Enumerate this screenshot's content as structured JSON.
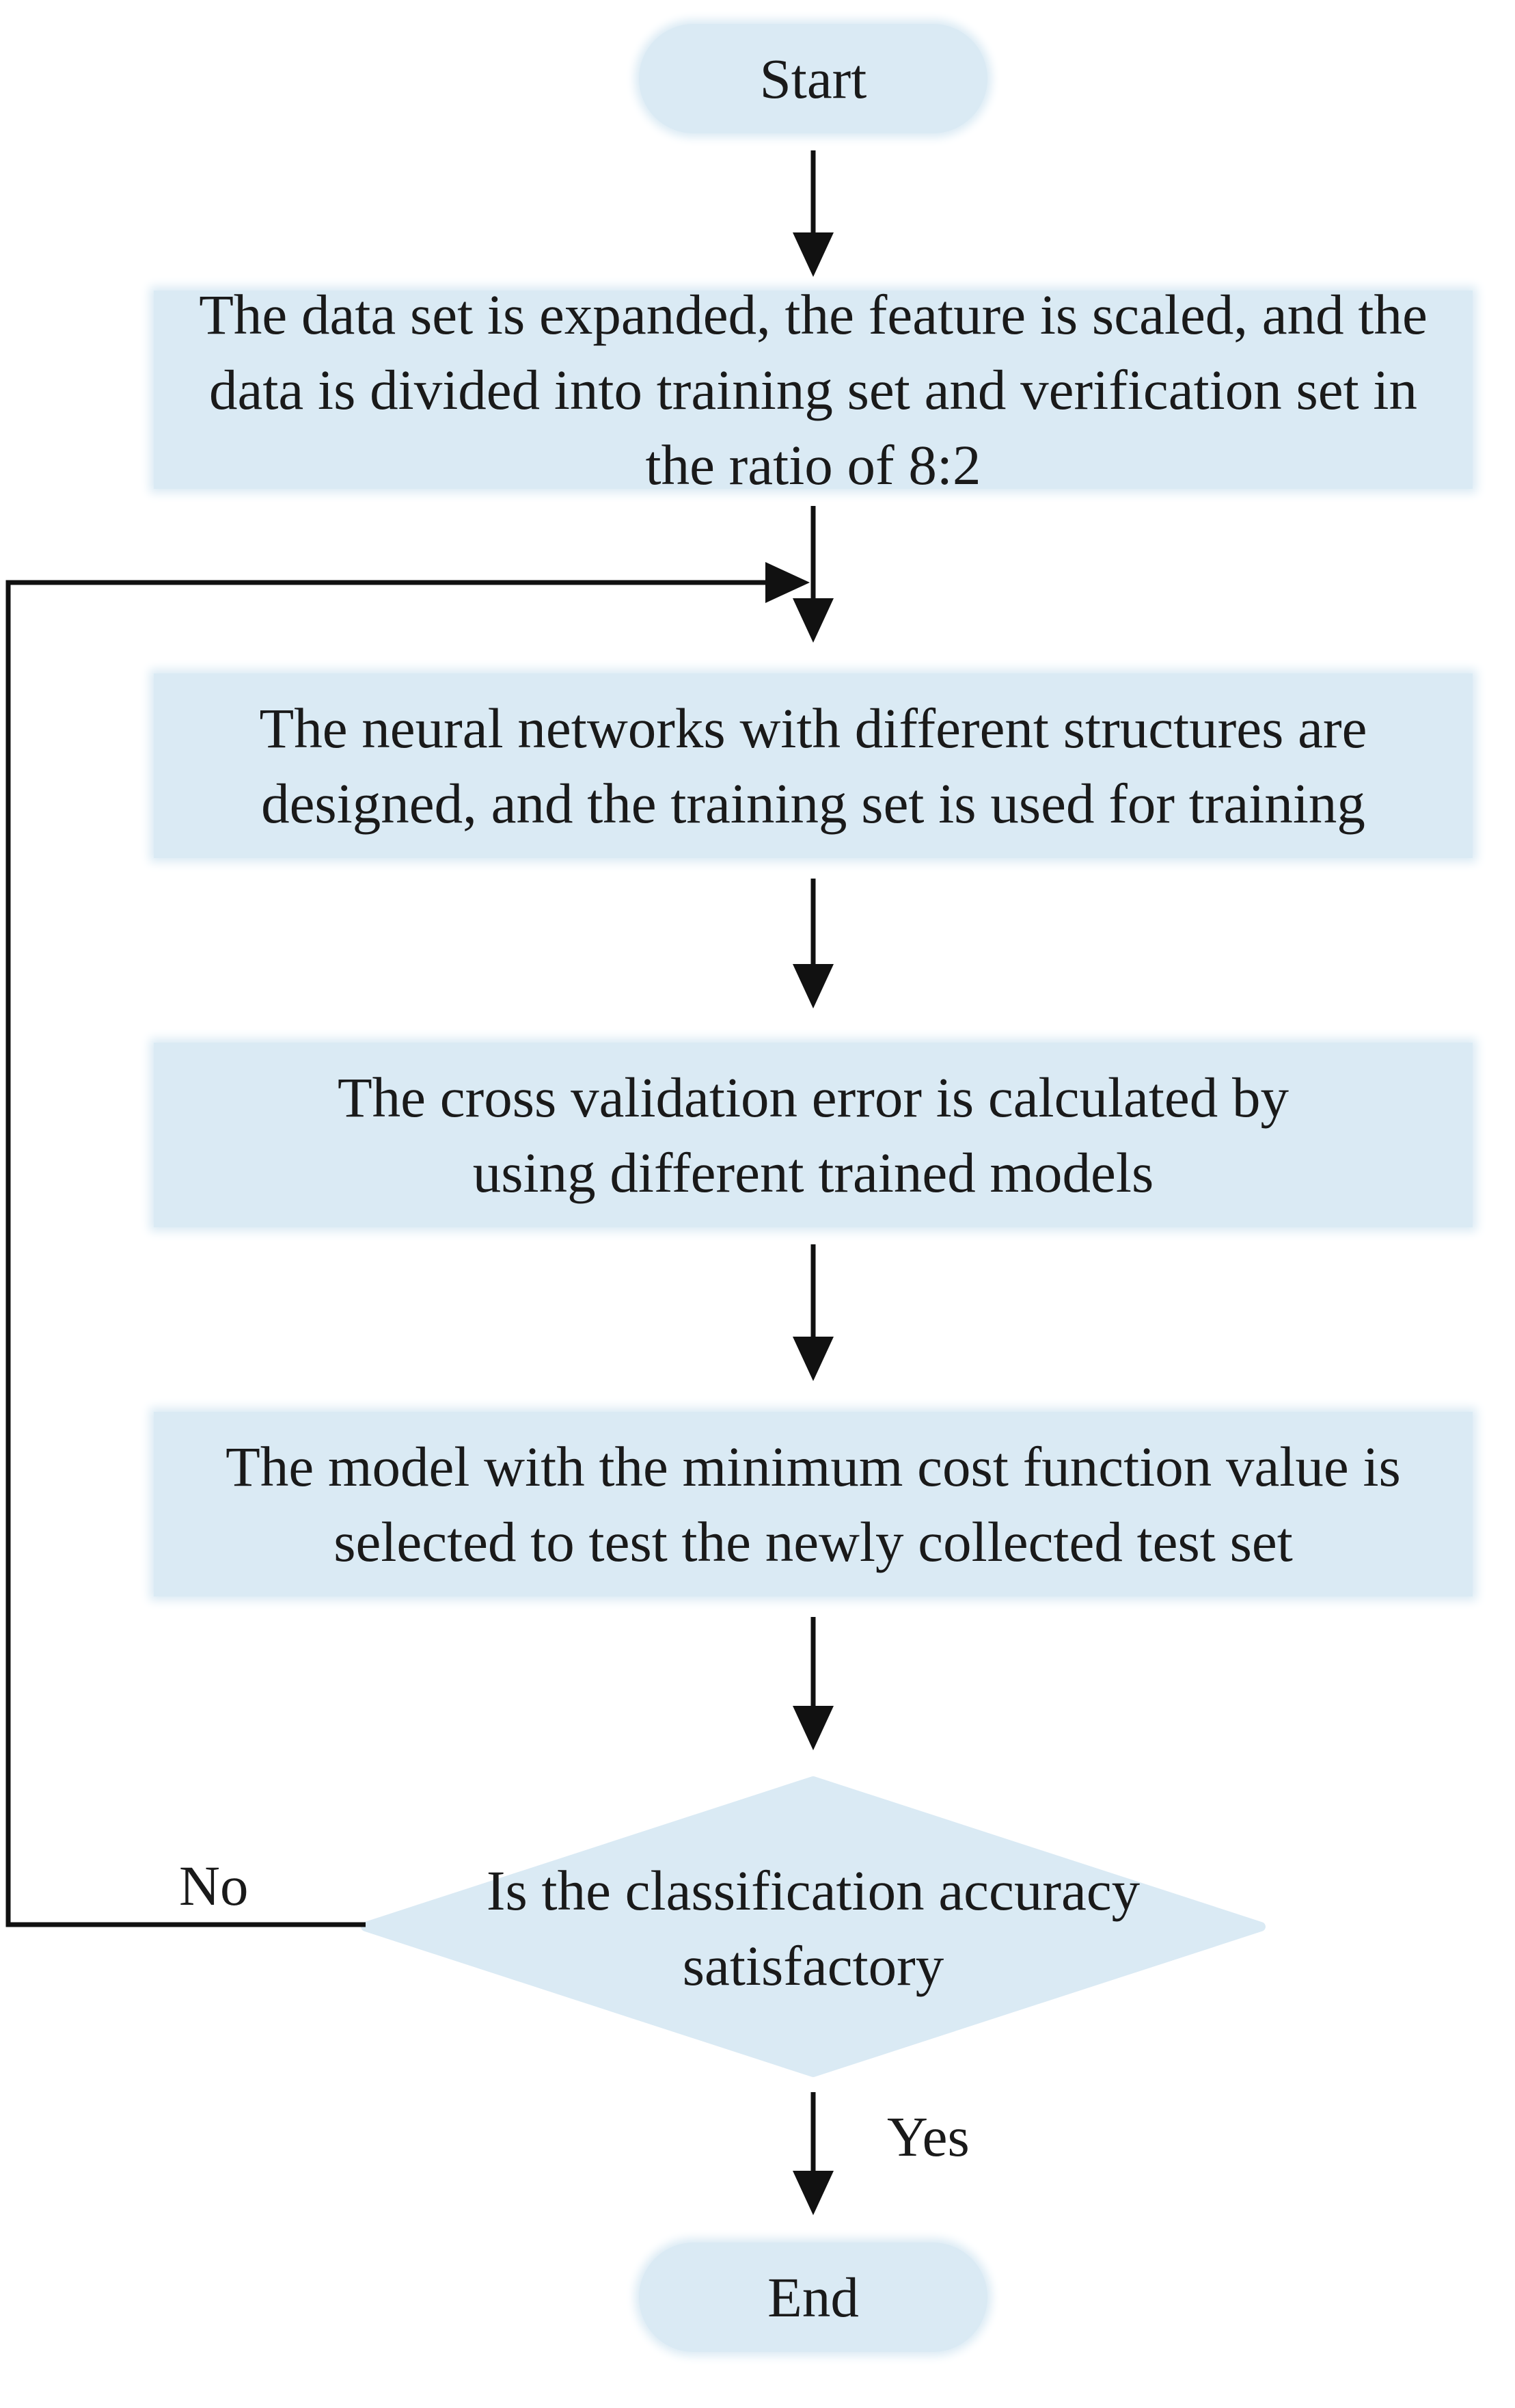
{
  "diagram": {
    "nodes": {
      "start": "Start",
      "step1": "The data set is expanded, the feature is scaled, and the data is divided into training set and verification set in the ratio of 8:2",
      "step2": "The neural networks with different structures are designed, and the training set is used for training",
      "step3": "The cross validation error is calculated by using different trained models",
      "step4": "The model with the minimum cost function value is selected to test the newly collected test set",
      "decision": "Is the classification accuracy satisfactory",
      "end": "End"
    },
    "edges": {
      "no_label": "No",
      "yes_label": "Yes"
    },
    "colors": {
      "node_fill": "#daeaf4",
      "line": "#111111",
      "text": "#1a1a1a"
    }
  }
}
